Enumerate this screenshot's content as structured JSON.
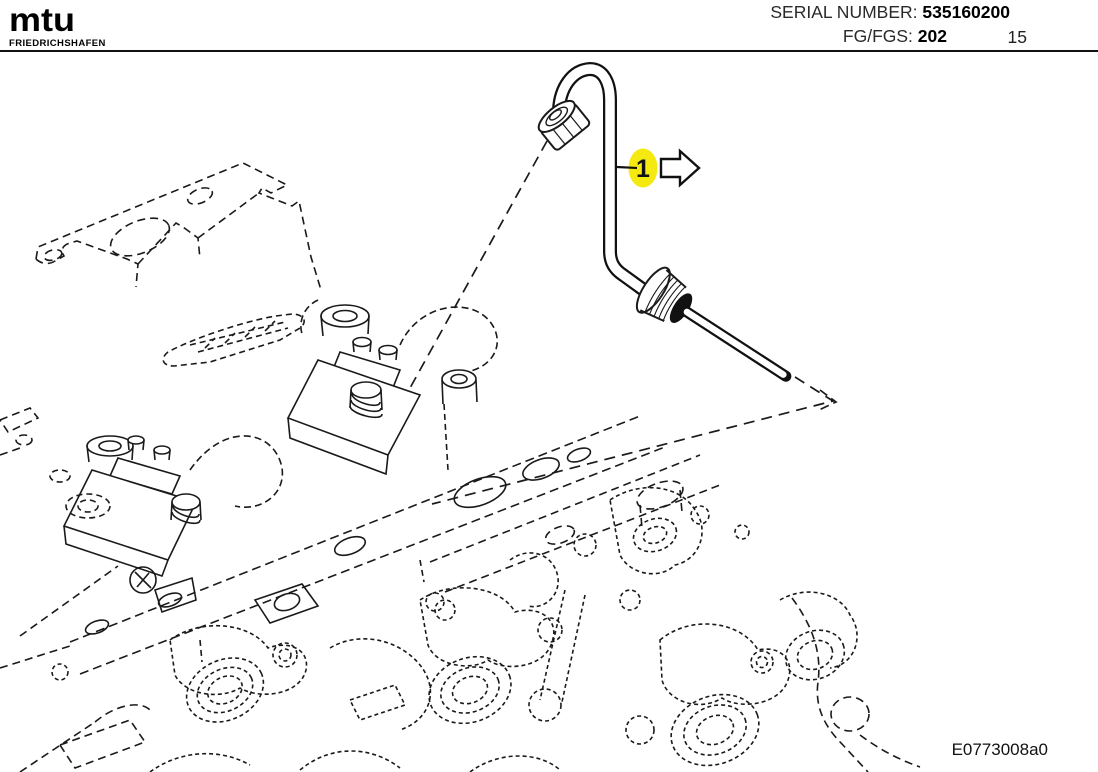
{
  "colors": {
    "ink": "#1a1a1a",
    "highlight": "#F4EA12",
    "paper": "#ffffff"
  },
  "header": {
    "logo": {
      "brand": "mtu",
      "subtitle": "FRIEDRICHSHAFEN"
    },
    "serial": {
      "label": "SERIAL NUMBER:",
      "value": "535160200"
    },
    "fg": {
      "label": "FG/FGS:",
      "value": "202"
    },
    "sheet_number": "15"
  },
  "figure": {
    "callouts": [
      {
        "id": "1",
        "label": "1"
      }
    ],
    "link_arrow_icon": "right-block-arrow",
    "drawing_code": "E0773008a0",
    "part_depicted": "fuel-injection-line-with-fitting"
  }
}
